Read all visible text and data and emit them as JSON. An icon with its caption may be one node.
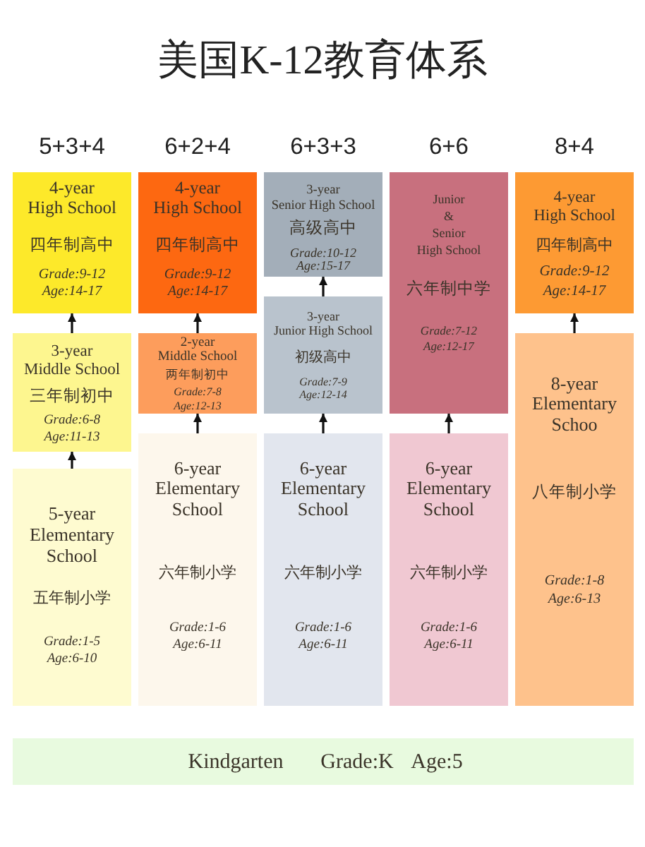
{
  "diagram": {
    "title": "美国K-12教育体系",
    "nodes": [
      {
        "text": [
          "4-year High School",
          "四年制高中",
          "Grade:9-12",
          "Age:14-17"
        ]
      },
      {
        "text": [
          "3-year Middle School",
          "三年制初中",
          "Grade:6-8",
          "Age:11-13"
        ]
      },
      {
        "text": [
          "5-year Elementary School",
          "五年制小学",
          "Grade:1-5",
          "Age:6-10"
        ]
      },
      {
        "text": [
          "4-year High School",
          "四年制高中",
          "Grade:9-12",
          "Age:14-17"
        ]
      },
      {
        "text": [
          "2-year Middle School",
          "两年制初中",
          "Grade:7-8",
          "Age:12-13"
        ]
      },
      {
        "text": [
          "6-year Elementary School",
          "六年制小学",
          "Grade:1-6",
          "Age:6-11"
        ]
      },
      {
        "text": [
          "3-year Senior High School",
          "高级高中",
          "Grade:10-12",
          "Age:15-17"
        ]
      },
      {
        "text": [
          "3-year Junior High School",
          "初级高中",
          "Grade:7-9",
          "Age:12-14"
        ]
      },
      {
        "text": [
          "6-year Elementary School",
          "六年制小学",
          "Grade:1-6",
          "Age:6-11"
        ]
      },
      {
        "text": [
          "Junior & Senior High School",
          "六年制中学",
          "Grade:7-12",
          "Age:12-17"
        ]
      },
      {
        "text": [
          "6-year Elementary School",
          "六年制小学",
          "Grade:1-6",
          "Age:6-11"
        ]
      },
      {
        "text": [
          "4-year High School",
          "四年制高中",
          "Grade:9-12",
          "Age:14-17"
        ]
      },
      {
        "text": [
          "8-year Elementary Schoo",
          "八年制小学",
          "Grade:1-8",
          "Age:6-13"
        ]
      },
      {
        "text": [
          "Kindgarten",
          "Grade:K",
          "Age:5"
        ]
      }
    ],
    "edges": [
      {
        "from": 1,
        "to": 0,
        "arrow": "to"
      },
      {
        "from": 2,
        "to": 1,
        "arrow": "to"
      },
      {
        "from": 4,
        "to": 3,
        "arrow": "to"
      },
      {
        "from": 5,
        "to": 4,
        "arrow": "to"
      },
      {
        "from": 7,
        "to": 6,
        "arrow": "to"
      },
      {
        "from": 8,
        "to": 7,
        "arrow": "to"
      },
      {
        "from": 10,
        "to": 9,
        "arrow": "to"
      },
      {
        "from": 12,
        "to": 11,
        "arrow": "to"
      }
    ],
    "labels": [
      "5+3+4",
      "6+2+4",
      "6+3+3",
      "6+6",
      "8+4"
    ]
  }
}
